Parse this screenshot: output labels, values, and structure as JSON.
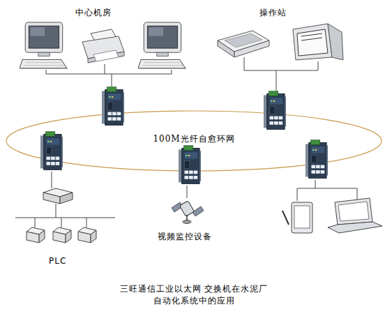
{
  "diagram": {
    "caption": "三旺通信工业以太网 交换机在水泥厂自动化系统中的应用",
    "nodes": [
      {
        "text": [
          "100M光纤自愈环网"
        ]
      }
    ],
    "labels": [
      "中心机房",
      "操作站",
      "视频监控设备",
      "PLC"
    ]
  }
}
